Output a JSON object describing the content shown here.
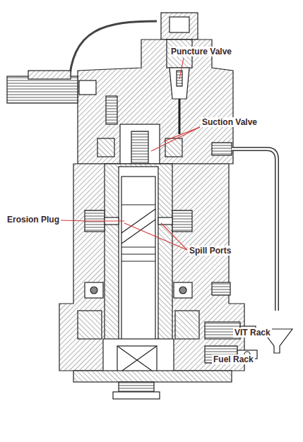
{
  "diagram": {
    "labels": [
      "Puncture Valve",
      "Suction Valve",
      "Erosion Plug",
      "Spill Ports",
      "VIT Rack",
      "Fuel Rack"
    ]
  }
}
